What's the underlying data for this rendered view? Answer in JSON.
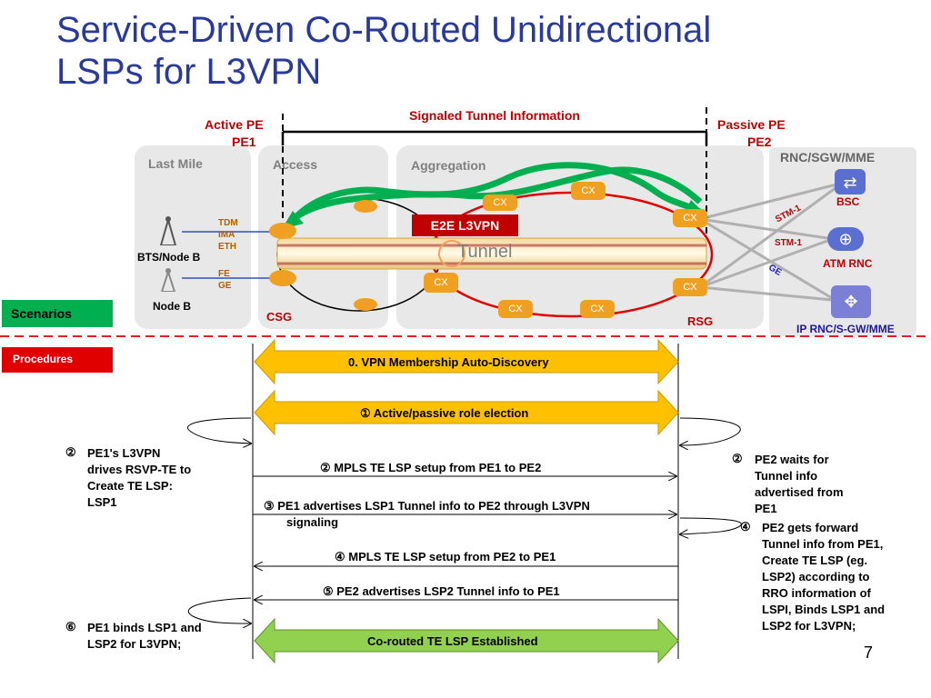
{
  "title": "Service-Driven Co-Routed Unidirectional LSPs for L3VPN",
  "title_line1": "Service-Driven Co-Routed Unidirectional",
  "title_line2": "LSPs for L3VPN",
  "header": {
    "signaled_tunnel": "Signaled Tunnel Information",
    "active_pe": "Active PE",
    "pe1": "PE1",
    "passive_pe": "Passive PE",
    "pe2": "PE2"
  },
  "panels": {
    "last_mile": "Last Mile",
    "access": "Access",
    "aggregation": "Aggregation",
    "rnc": "RNC/SGW/MME"
  },
  "topology": {
    "e2e_l3vpn": "E2E  L3VPN",
    "tunnel": "Tunnel",
    "tdm": "TDM",
    "ima": "IMA",
    "eth": "ETH",
    "fe": "FE",
    "ge_left": "GE",
    "bts": "BTS/Node B",
    "nodeb": "Node B",
    "csg": "CSG",
    "rsg": "RSG",
    "bsc": "BSC",
    "atm_rnc": "ATM RNC",
    "ip_rnc": "IP RNC/S-GW/MME",
    "stm1_a": "STM-1",
    "stm1_b": "STM-1",
    "ge_right": "GE",
    "cx": "CX"
  },
  "labels": {
    "scenarios": "Scenarios",
    "procedures": "Procedures"
  },
  "procedures": {
    "step0": "0.  VPN Membership Auto-Discovery",
    "step1": "①     Active/passive role election",
    "step2": "②   MPLS TE LSP setup from PE1 to PE2",
    "step3_a": "③   PE1 advertises LSP1 Tunnel info to PE2 through L3VPN",
    "step3_b": "signaling",
    "step4": "④   MPLS TE LSP setup from PE2 to PE1",
    "step5": "⑤   PE2 advertises LSP2 Tunnel info to PE1",
    "established": "Co-routed TE LSP Established"
  },
  "notes": {
    "left2_num": "②",
    "left2": [
      "PE1's L3VPN",
      "drives RSVP-TE to",
      "Create TE LSP:",
      "LSP1"
    ],
    "left6_num": "⑥",
    "left6": [
      "PE1 binds LSP1 and",
      "LSP2 for L3VPN;"
    ],
    "right2_num": "②",
    "right2": [
      "PE2 waits for",
      "Tunnel info",
      "advertised from",
      "PE1"
    ],
    "right4_num": "④",
    "right4": [
      "PE2 gets forward",
      "Tunnel info from PE1,",
      "Create TE LSP (eg.",
      "LSP2) according to",
      "RRO information of",
      "LSPI, Binds LSP1 and",
      "LSP2 for  L3VPN;"
    ]
  },
  "page_number": "7",
  "colors": {
    "title": "#2a3a9a",
    "red": "#c00000",
    "green_arrow": "#00b050",
    "orange_arrow": "#ffc000",
    "green_block": "#92d050",
    "device_blue": "#5a6fcf"
  }
}
